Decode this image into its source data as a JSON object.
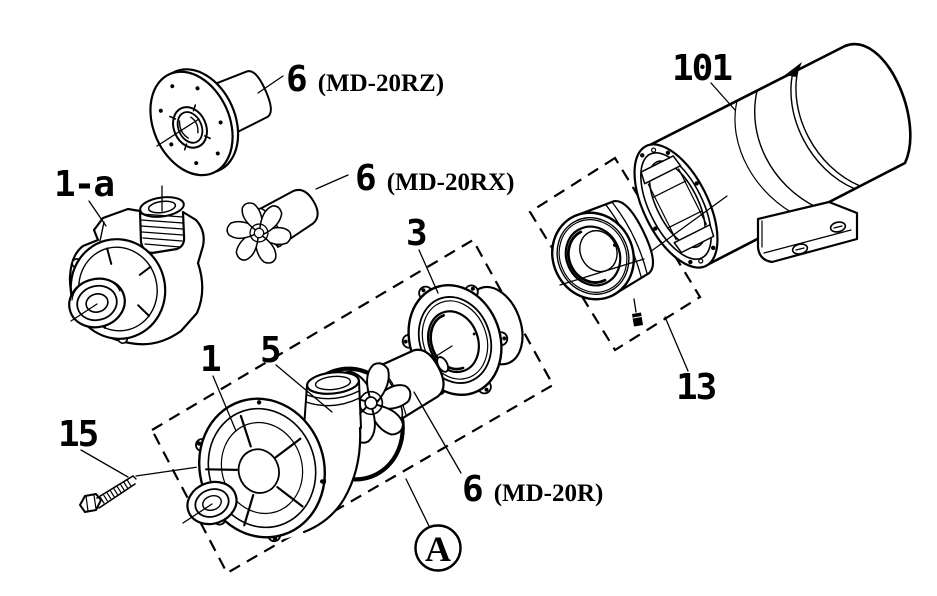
{
  "colors": {
    "ink": "#000000",
    "paper": "#ffffff"
  },
  "labels": {
    "impeller_rz": {
      "number": "6",
      "variant": "(MD-20RZ)"
    },
    "impeller_rx": {
      "number": "6",
      "variant": "(MD-20RX)"
    },
    "impeller_r": {
      "number": "6",
      "variant": "(MD-20R)"
    },
    "pump_head_alt": {
      "number": "1-a"
    },
    "front_casing": {
      "number": "1"
    },
    "o_ring": {
      "number": "5"
    },
    "rear_casing": {
      "number": "3"
    },
    "bolt": {
      "number": "15"
    },
    "motor": {
      "number": "101"
    },
    "magnet_cup": {
      "number": "13"
    },
    "assembly_marker": {
      "letter": "A"
    }
  }
}
